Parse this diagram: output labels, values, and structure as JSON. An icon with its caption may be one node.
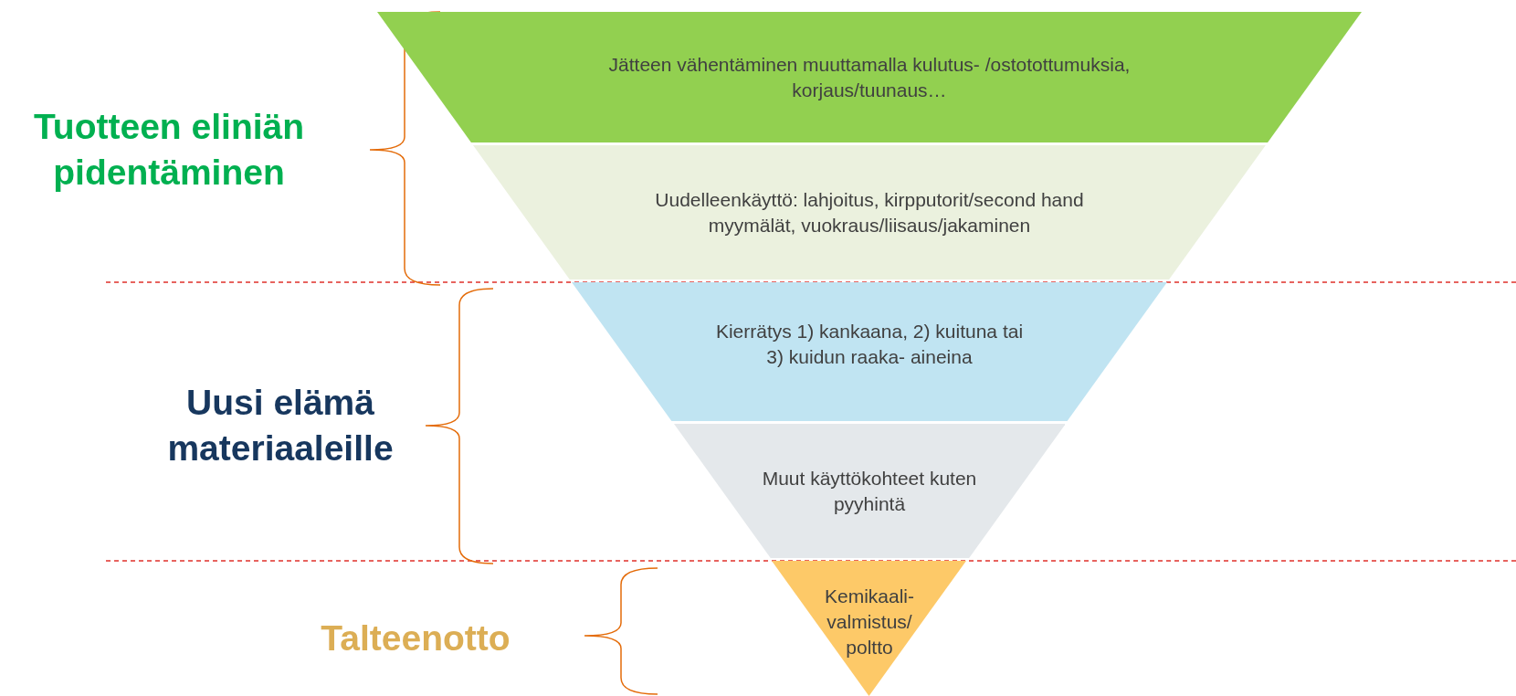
{
  "diagram": {
    "nodes": [
      {
        "text": [
          "Jätteen vähentäminen muuttamalla kulutus- /ostotottumuksia, korjaus/tuunaus…"
        ]
      },
      {
        "text": [
          "Uudelleenkäyttö: lahjoitus, kirpputorit/second hand myymälät, vuokraus/liisaus/jakaminen"
        ]
      },
      {
        "text": [
          "Kierrätys 1) kankaana, 2) kuituna tai 3) kuidun raaka- aineina"
        ]
      },
      {
        "text": [
          "Muut käyttökohteet kuten pyyhintä"
        ]
      },
      {
        "text": [
          "Kemikaali- valmistus/ poltto"
        ]
      }
    ],
    "labels": [
      "Tuotteen eliniän pidentäminen",
      "Uusi elämä materiaaleille",
      "Talteenotto"
    ]
  }
}
